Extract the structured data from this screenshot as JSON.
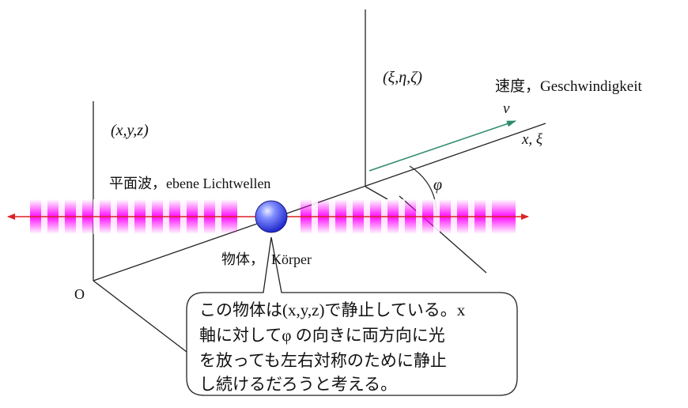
{
  "labels": {
    "xyz_coords": "(x,y,z)",
    "xieta_coords": "(ξ,η,ζ)",
    "velocity": "速度，Geschwindigkeit",
    "velocity_symbol": "v",
    "moving_axis": "x, ξ",
    "angle_symbol": "φ",
    "plane_wave": "平面波，ebene Lichtwellen",
    "body": "物体，  Körper",
    "origin": "O"
  },
  "callout": {
    "lines": [
      "この物体は(x,y,z)で静止している。x",
      "軸に対してφ の向きに両方向に光",
      "を放っても左右対称のために静止",
      "し続けるだろうと考える。"
    ]
  },
  "colors": {
    "wave": "#ff00ff",
    "light_ray": "#dd2222",
    "velocity_arrow": "#2e8b6e",
    "sphere": "#3344ee",
    "line": "#222222"
  }
}
